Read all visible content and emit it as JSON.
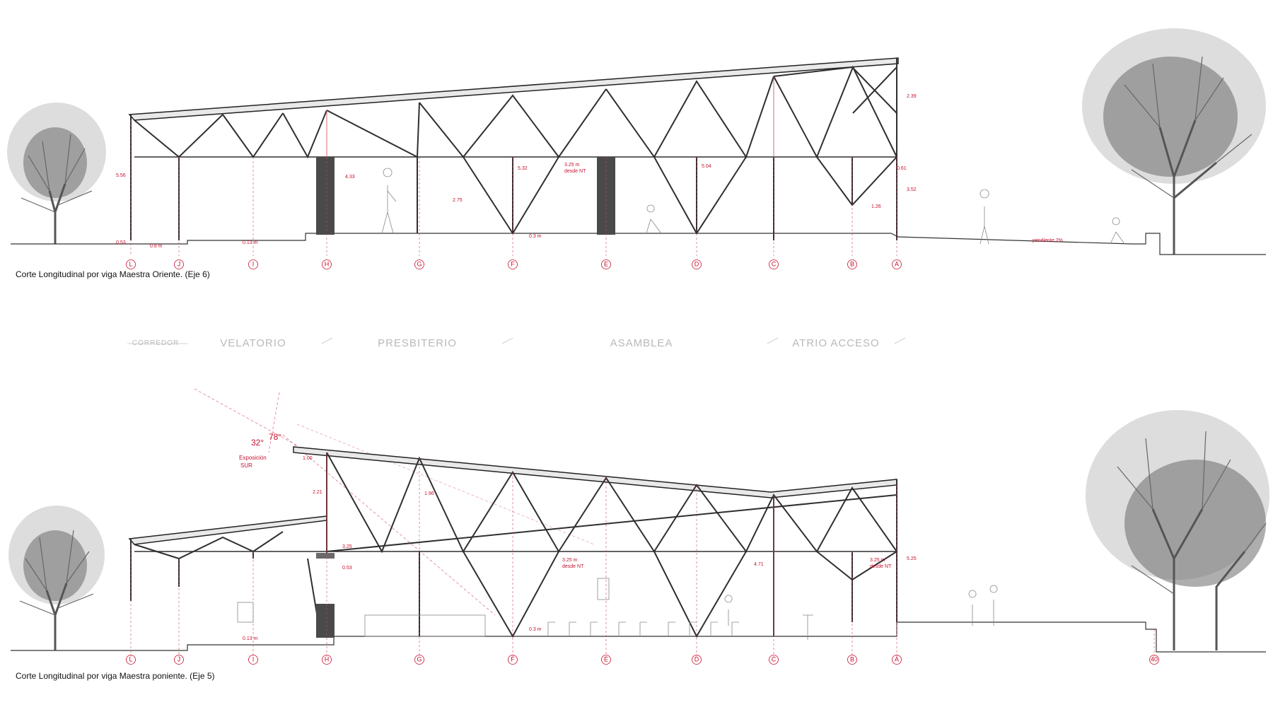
{
  "top_section": {
    "caption": "Corte Longitudinal por viga Maestra Oriente. (Eje 6)",
    "axes": [
      "L",
      "J",
      "I",
      "H",
      "G",
      "F",
      "E",
      "D",
      "C",
      "B",
      "A"
    ],
    "dimensions": {
      "d1": "5.56",
      "d2": "0.53",
      "d3": "0.8 m",
      "d4": "0.13 m",
      "d5": "4.33",
      "d6": "2.75",
      "d7": "5.32",
      "d8": "3.25 m",
      "d9": "desde NT",
      "d10": "0.3 m",
      "d11": "5.04",
      "d12": "2.39",
      "d13": "0.61",
      "d14": "3.52",
      "d15": "1.26",
      "d16": "pendiente 2%"
    }
  },
  "zones": {
    "corredor": "CORREDOR",
    "velatorio": "VELATORIO",
    "presbiterio": "PRESBITERIO",
    "asamblea": "ASAMBLEA",
    "atrio": "ATRIO ACCESO"
  },
  "bottom_section": {
    "caption": "Corte Longitudinal por viga Maestra poniente. (Eje 5)",
    "axes": [
      "L",
      "J",
      "I",
      "H",
      "G",
      "F",
      "E",
      "D",
      "C",
      "B",
      "A"
    ],
    "axis_extra": "40",
    "angles": {
      "a1": "32°",
      "a2": "78°"
    },
    "exposure": {
      "line1": "Exposición",
      "line2": "SUR"
    },
    "dimensions": {
      "d1": "1.00",
      "d2": "2.21",
      "d3": "3.25",
      "d4": "0.53",
      "d5": "1.96",
      "d6": "3.25 m",
      "d7": "desde NT",
      "d8": "0.3 m",
      "d9": "0.13 m",
      "d10": "4.71",
      "d11": "3.25 m",
      "d12": "desde NT",
      "d13": "5.25"
    }
  }
}
